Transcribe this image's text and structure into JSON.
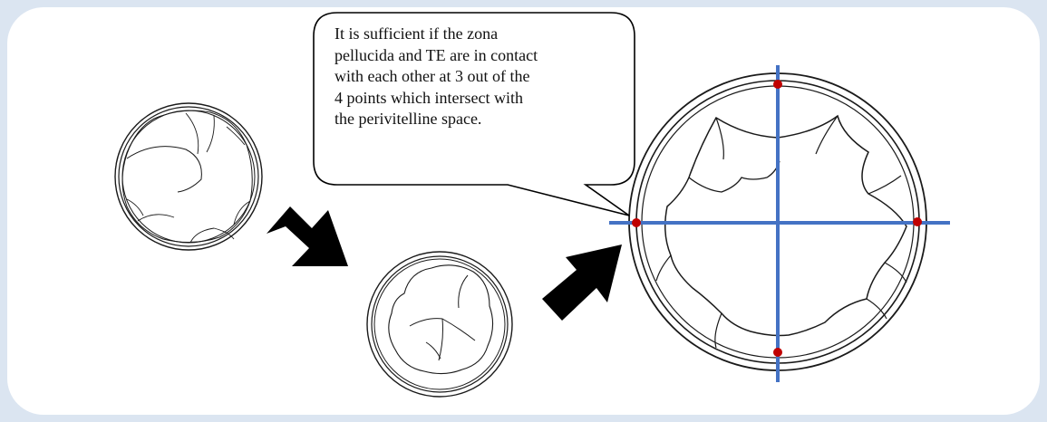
{
  "callout": {
    "lines": [
      "It is sufficient if the zona",
      "pellucida and TE are in contact",
      "with each other at 3 out of the",
      "4 points which intersect with",
      "the perivitelline space."
    ]
  },
  "colors": {
    "background": "#dbe5f1",
    "panel": "#ffffff",
    "outline": "#1a1a1a",
    "axis_lines": "#4472c4",
    "contact_points": "#c00000",
    "arrows": "#000000"
  },
  "icons": {
    "arrow_1": "right-down-arrow",
    "arrow_2": "right-up-arrow"
  }
}
